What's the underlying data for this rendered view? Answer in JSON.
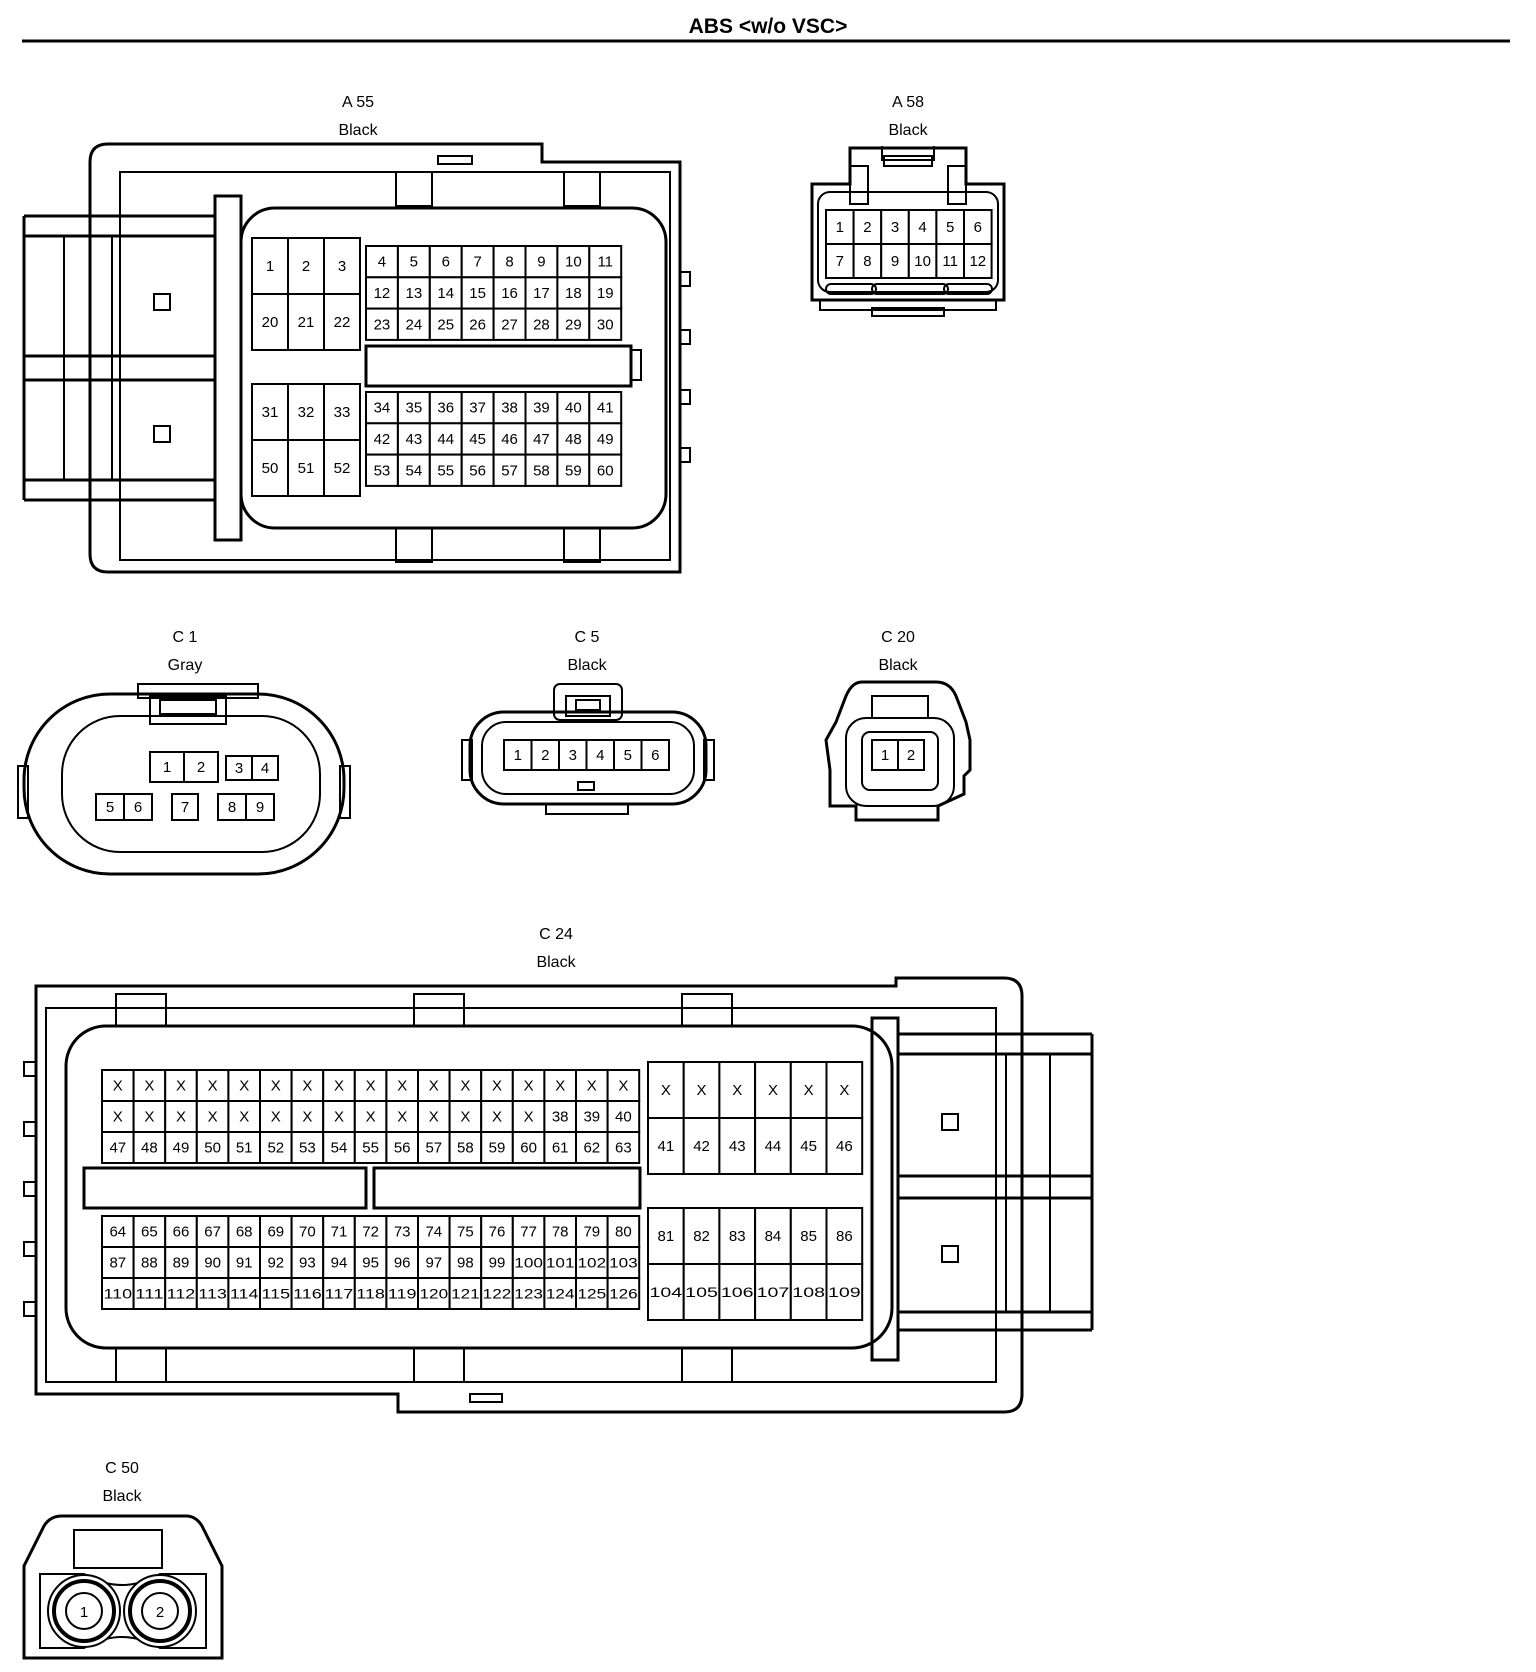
{
  "title": "ABS <w/o VSC>",
  "connectors": {
    "a55": {
      "name": "A 55",
      "color": "Black",
      "groups": [
        [
          [
            "1",
            "2",
            "3"
          ],
          [
            "20",
            "21",
            "22"
          ]
        ],
        [
          [
            "4",
            "5",
            "6",
            "7",
            "8",
            "9",
            "10",
            "11"
          ],
          [
            "12",
            "13",
            "14",
            "15",
            "16",
            "17",
            "18",
            "19"
          ],
          [
            "23",
            "24",
            "25",
            "26",
            "27",
            "28",
            "29",
            "30"
          ]
        ],
        [
          [
            "31",
            "32",
            "33"
          ],
          [
            "50",
            "51",
            "52"
          ]
        ],
        [
          [
            "34",
            "35",
            "36",
            "37",
            "38",
            "39",
            "40",
            "41"
          ],
          [
            "42",
            "43",
            "44",
            "45",
            "46",
            "47",
            "48",
            "49"
          ],
          [
            "53",
            "54",
            "55",
            "56",
            "57",
            "58",
            "59",
            "60"
          ]
        ]
      ]
    },
    "a58": {
      "name": "A 58",
      "color": "Black",
      "groups": [
        [
          [
            "1",
            "2",
            "3",
            "4",
            "5",
            "6"
          ],
          [
            "7",
            "8",
            "9",
            "10",
            "11",
            "12"
          ]
        ]
      ]
    },
    "c1": {
      "name": "C 1",
      "color": "Gray",
      "groups": [
        [
          [
            "1",
            "2"
          ]
        ],
        [
          [
            "3",
            "4"
          ]
        ],
        [
          [
            "5",
            "6"
          ]
        ],
        [
          [
            "7"
          ]
        ],
        [
          [
            "8",
            "9"
          ]
        ]
      ]
    },
    "c5": {
      "name": "C 5",
      "color": "Black",
      "groups": [
        [
          [
            "1",
            "2",
            "3",
            "4",
            "5",
            "6"
          ]
        ]
      ]
    },
    "c20": {
      "name": "C 20",
      "color": "Black",
      "groups": [
        [
          [
            "1",
            "2"
          ]
        ]
      ]
    },
    "c24": {
      "name": "C 24",
      "color": "Black",
      "groups": [
        [
          [
            "X",
            "X",
            "X",
            "X",
            "X",
            "X",
            "X",
            "X",
            "X",
            "X",
            "X",
            "X",
            "X",
            "X",
            "X",
            "X",
            "X"
          ],
          [
            "X",
            "X",
            "X",
            "X",
            "X",
            "X",
            "X",
            "X",
            "X",
            "X",
            "X",
            "X",
            "X",
            "X",
            "38",
            "39",
            "40"
          ],
          [
            "47",
            "48",
            "49",
            "50",
            "51",
            "52",
            "53",
            "54",
            "55",
            "56",
            "57",
            "58",
            "59",
            "60",
            "61",
            "62",
            "63"
          ]
        ],
        [
          [
            "X",
            "X",
            "X",
            "X",
            "X",
            "X"
          ],
          [
            "41",
            "42",
            "43",
            "44",
            "45",
            "46"
          ]
        ],
        [
          [
            "64",
            "65",
            "66",
            "67",
            "68",
            "69",
            "70",
            "71",
            "72",
            "73",
            "74",
            "75",
            "76",
            "77",
            "78",
            "79",
            "80"
          ],
          [
            "87",
            "88",
            "89",
            "90",
            "91",
            "92",
            "93",
            "94",
            "95",
            "96",
            "97",
            "98",
            "99",
            "100",
            "101",
            "102",
            "103"
          ],
          [
            "110",
            "111",
            "112",
            "113",
            "114",
            "115",
            "116",
            "117",
            "118",
            "119",
            "120",
            "121",
            "122",
            "123",
            "124",
            "125",
            "126"
          ]
        ],
        [
          [
            "81",
            "82",
            "83",
            "84",
            "85",
            "86"
          ],
          [
            "104",
            "105",
            "106",
            "107",
            "108",
            "109"
          ]
        ]
      ]
    },
    "c50": {
      "name": "C 50",
      "color": "Black",
      "groups": [
        [
          [
            "1",
            "2"
          ]
        ]
      ]
    }
  }
}
